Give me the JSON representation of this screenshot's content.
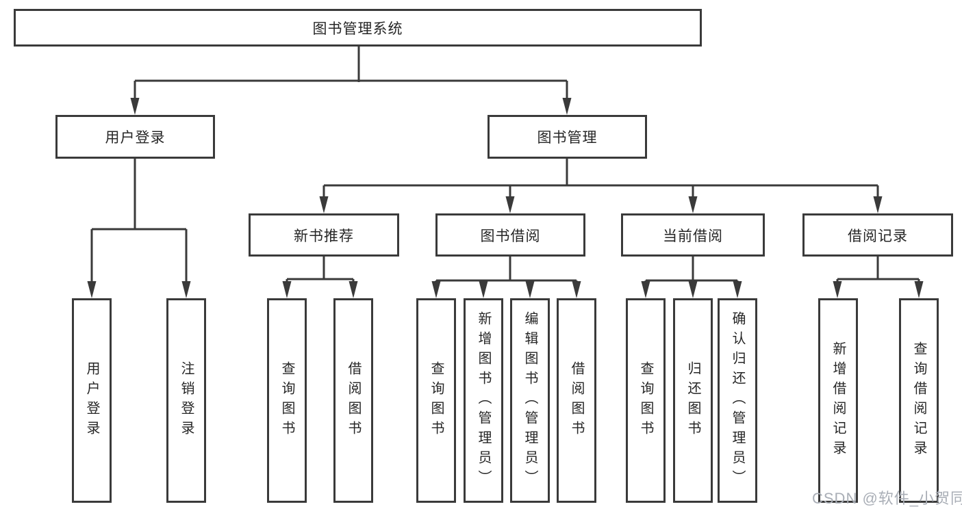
{
  "diagram": {
    "title": "图书管理系统",
    "branches": [
      {
        "label": "用户登录",
        "leaves": [
          "用户登录",
          "注销登录"
        ]
      },
      {
        "label": "图书管理",
        "children": [
          {
            "label": "新书推荐",
            "leaves": [
              "查询图书",
              "借阅图书"
            ]
          },
          {
            "label": "图书借阅",
            "leaves": [
              "查询图书",
              "新增图书（管理员）",
              "编辑图书（管理员）",
              "借阅图书"
            ]
          },
          {
            "label": "当前借阅",
            "leaves": [
              "查询图书",
              "归还图书",
              "确认归还（管理员）"
            ]
          },
          {
            "label": "借阅记录",
            "leaves": [
              "新增借阅记录",
              "查询借阅记录"
            ]
          }
        ]
      }
    ]
  },
  "watermark": "CSDN @软件_小贺同学",
  "colors": {
    "line": "#3a3a3a",
    "text": "#262626",
    "watermark": "#a9aeb6",
    "background": "#ffffff"
  }
}
